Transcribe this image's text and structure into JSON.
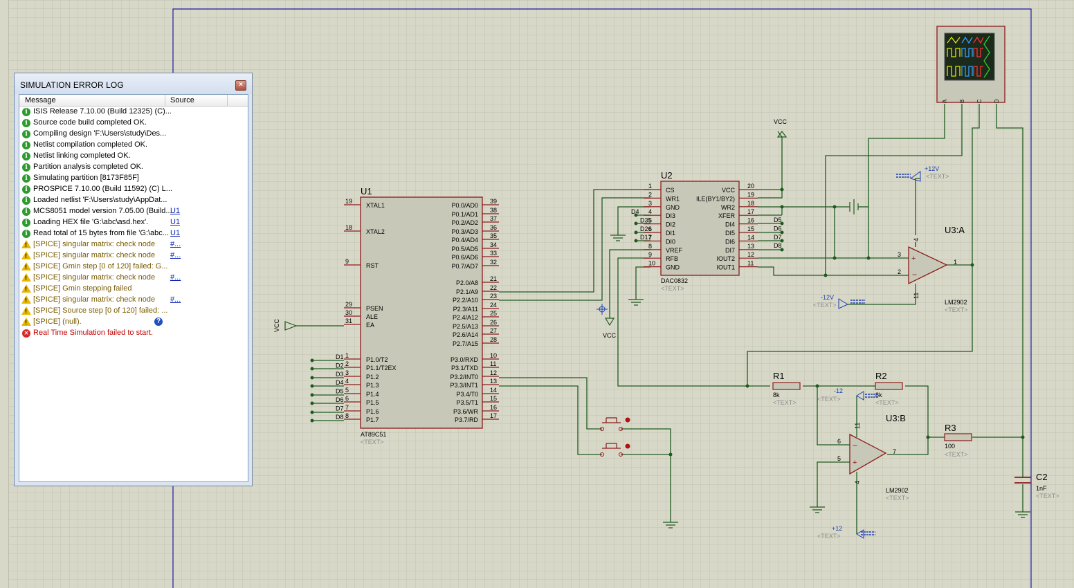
{
  "error_log": {
    "title": "SIMULATION ERROR LOG",
    "columns": [
      "Message",
      "Source"
    ],
    "rows": [
      {
        "type": "info",
        "message": "ISIS Release 7.10.00 (Build 12325) (C)...",
        "source": ""
      },
      {
        "type": "info",
        "message": "Source code build completed OK.",
        "source": ""
      },
      {
        "type": "info",
        "message": "Compiling design 'F:\\Users\\study\\Des...",
        "source": ""
      },
      {
        "type": "info",
        "message": "Netlist compilation completed OK.",
        "source": ""
      },
      {
        "type": "info",
        "message": "Netlist linking completed OK.",
        "source": ""
      },
      {
        "type": "info",
        "message": "Partition analysis completed OK.",
        "source": ""
      },
      {
        "type": "info",
        "message": "Simulating partition [8173F85F]",
        "source": ""
      },
      {
        "type": "info",
        "message": "PROSPICE 7.10.00 (Build 11592) (C) L...",
        "source": ""
      },
      {
        "type": "info",
        "message": "Loaded netlist 'F:\\Users\\study\\AppDat...",
        "source": ""
      },
      {
        "type": "info",
        "message": "MCS8051 model version 7.05.00 (Build...",
        "source": "U1"
      },
      {
        "type": "info",
        "message": "Loading HEX file 'G:\\abc\\asd.hex'.",
        "source": "U1"
      },
      {
        "type": "info",
        "message": "Read total of 15 bytes from file 'G:\\abc...",
        "source": "U1"
      },
      {
        "type": "warn",
        "message": "[SPICE] singular matrix: check node",
        "source": "#..."
      },
      {
        "type": "warn",
        "message": "[SPICE] singular matrix: check node",
        "source": "#..."
      },
      {
        "type": "warn",
        "message": "[SPICE] Gmin step [0 of 120] failed: G...",
        "source": ""
      },
      {
        "type": "warn",
        "message": "[SPICE] singular matrix: check node",
        "source": "#..."
      },
      {
        "type": "warn",
        "message": "[SPICE] Gmin stepping failed",
        "source": ""
      },
      {
        "type": "warn",
        "message": "[SPICE] singular matrix: check node",
        "source": "#..."
      },
      {
        "type": "warn",
        "message": "[SPICE] Source step [0 of 120] failed: ...",
        "source": ""
      },
      {
        "type": "warn",
        "message": "[SPICE] (null).",
        "source": "",
        "help": true
      },
      {
        "type": "err",
        "message": "Real Time Simulation failed to start.",
        "source": ""
      }
    ]
  },
  "schematic": {
    "u1": {
      "ref": "U1",
      "part": "AT89C51",
      "text": "<TEXT>",
      "left_pins": [
        {
          "num": "19",
          "name": "XTAL1"
        },
        {
          "num": "18",
          "name": "XTAL2"
        },
        {
          "num": "9",
          "name": "RST"
        },
        {
          "num": "29",
          "name": "PSEN"
        },
        {
          "num": "30",
          "name": "ALE"
        },
        {
          "num": "31",
          "name": "EA"
        },
        {
          "num": "1",
          "name": "P1.0/T2"
        },
        {
          "num": "2",
          "name": "P1.1/T2EX"
        },
        {
          "num": "3",
          "name": "P1.2"
        },
        {
          "num": "4",
          "name": "P1.3"
        },
        {
          "num": "5",
          "name": "P1.4"
        },
        {
          "num": "6",
          "name": "P1.5"
        },
        {
          "num": "7",
          "name": "P1.6"
        },
        {
          "num": "8",
          "name": "P1.7"
        }
      ],
      "right_pins": [
        {
          "num": "39",
          "name": "P0.0/AD0"
        },
        {
          "num": "38",
          "name": "P0.1/AD1"
        },
        {
          "num": "37",
          "name": "P0.2/AD2"
        },
        {
          "num": "36",
          "name": "P0.3/AD3"
        },
        {
          "num": "35",
          "name": "P0.4/AD4"
        },
        {
          "num": "34",
          "name": "P0.5/AD5"
        },
        {
          "num": "33",
          "name": "P0.6/AD6"
        },
        {
          "num": "32",
          "name": "P0.7/AD7"
        },
        {
          "num": "21",
          "name": "P2.0/A8"
        },
        {
          "num": "22",
          "name": "P2.1/A9"
        },
        {
          "num": "23",
          "name": "P2.2/A10"
        },
        {
          "num": "24",
          "name": "P2.3/A11"
        },
        {
          "num": "25",
          "name": "P2.4/A12"
        },
        {
          "num": "26",
          "name": "P2.5/A13"
        },
        {
          "num": "27",
          "name": "P2.6/A14"
        },
        {
          "num": "28",
          "name": "P2.7/A15"
        },
        {
          "num": "10",
          "name": "P3.0/RXD"
        },
        {
          "num": "11",
          "name": "P3.1/TXD"
        },
        {
          "num": "12",
          "name": "P3.2/INT0"
        },
        {
          "num": "13",
          "name": "P3.3/INT1"
        },
        {
          "num": "14",
          "name": "P3.4/T0"
        },
        {
          "num": "15",
          "name": "P3.5/T1"
        },
        {
          "num": "16",
          "name": "P3.6/WR"
        },
        {
          "num": "17",
          "name": "P3.7/RD"
        }
      ],
      "d_labels": [
        "D1",
        "D2",
        "D3",
        "D4",
        "D5",
        "D6",
        "D7",
        "D8"
      ]
    },
    "u2": {
      "ref": "U2",
      "part": "DAC0832",
      "text": "<TEXT>",
      "left_pins": [
        {
          "num": "1",
          "name": "CS"
        },
        {
          "num": "2",
          "name": "WR1"
        },
        {
          "num": "3",
          "name": "GND"
        },
        {
          "num": "4",
          "name": "DI3"
        },
        {
          "num": "5",
          "name": "DI2"
        },
        {
          "num": "6",
          "name": "DI1"
        },
        {
          "num": "7",
          "name": "DI0"
        },
        {
          "num": "8",
          "name": "VREF"
        },
        {
          "num": "9",
          "name": "RFB"
        },
        {
          "num": "10",
          "name": "GND"
        }
      ],
      "right_pins": [
        {
          "num": "20",
          "name": "VCC"
        },
        {
          "num": "19",
          "name": "ILE(BY1/BY2)"
        },
        {
          "num": "18",
          "name": "WR2"
        },
        {
          "num": "17",
          "name": "XFER"
        },
        {
          "num": "16",
          "name": "DI4"
        },
        {
          "num": "15",
          "name": "DI5"
        },
        {
          "num": "14",
          "name": "DI6"
        },
        {
          "num": "13",
          "name": "DI7"
        },
        {
          "num": "12",
          "name": "IOUT2"
        },
        {
          "num": "11",
          "name": "IOUT1"
        }
      ],
      "left_d": [
        "D4",
        "D35",
        "D26",
        "D17"
      ],
      "right_d": [
        "D5",
        "D6",
        "D7",
        "D8"
      ]
    },
    "u3a": {
      "ref": "U3:A",
      "part": "LM2902",
      "text": "<TEXT>",
      "pins": [
        "3",
        "2",
        "1",
        "4",
        "11"
      ]
    },
    "u3b": {
      "ref": "U3:B",
      "part": "LM2902",
      "text": "<TEXT>",
      "pins": [
        "6",
        "5",
        "7",
        "11",
        "4"
      ]
    },
    "r1": {
      "ref": "R1",
      "value": "8k",
      "text": "<TEXT>"
    },
    "r2": {
      "ref": "R2",
      "value": "8k",
      "text": "<TEXT>"
    },
    "r3": {
      "ref": "R3",
      "value": "100",
      "text": "<TEXT>"
    },
    "c2": {
      "ref": "C2",
      "value": "1nF",
      "text": "<TEXT>"
    },
    "vcc_labels": [
      "VCC",
      "VCC",
      "VCC"
    ],
    "power": {
      "p12a": "+12V",
      "m12a": "-12V",
      "m12b": "-12",
      "p12b": "+12",
      "text": "<TEXT>"
    },
    "scope_channels": [
      "A",
      "B",
      "C",
      "D"
    ]
  },
  "colors": {
    "background": "#d8d8c8",
    "grid": "#c4c4b3",
    "wire": "#1e5a1e",
    "component": "#8b1a1a",
    "fill": "#c8c8b8",
    "pin_text": "#000000",
    "ghost_text": "#8c8c8c",
    "power_blue": "#1f3fb0",
    "sheet_border": "#1a1aa0"
  }
}
